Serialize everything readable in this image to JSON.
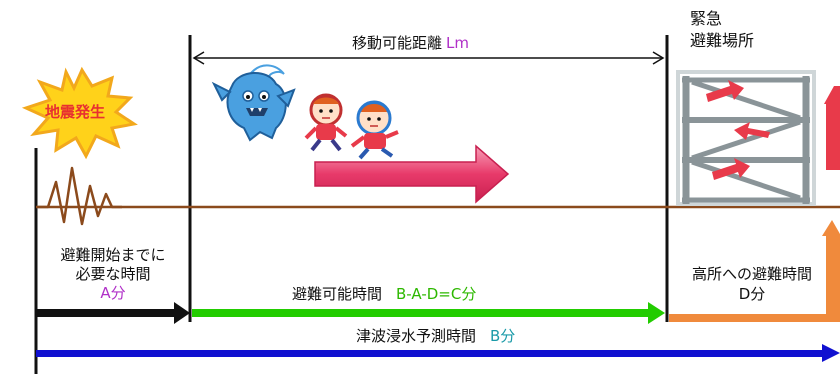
{
  "earthquake": {
    "label": "地震発生"
  },
  "distance": {
    "label": "移動可能距離",
    "var": "Lm"
  },
  "shelter": {
    "line1": "緊急",
    "line2": "避難場所"
  },
  "prep_time": {
    "line1": "避難開始までに",
    "line2": "必要な時間",
    "value": "A分"
  },
  "evac_time": {
    "label": "避難可能時間",
    "formula": "B-A-D=C分"
  },
  "height_time": {
    "label": "高所への避難時間",
    "value": "D分"
  },
  "tsunami_time": {
    "label": "津波浸水予測時間",
    "value": "B分"
  },
  "colors": {
    "accent_purple": "#b030c8",
    "green": "#22cc00",
    "black": "#111111",
    "orange": "#f08a3c",
    "blue": "#1010d0",
    "ground": "#8b4a1c",
    "starburst": "#ffd21a",
    "starburst_text": "#e83030",
    "pink_arrow": "#e83a6a",
    "monster": "#4aa0e0",
    "building": "#8a9498"
  },
  "icons": [
    "explosion-starburst",
    "monster-icon",
    "child-icon",
    "pink-arrow",
    "building-icon"
  ]
}
